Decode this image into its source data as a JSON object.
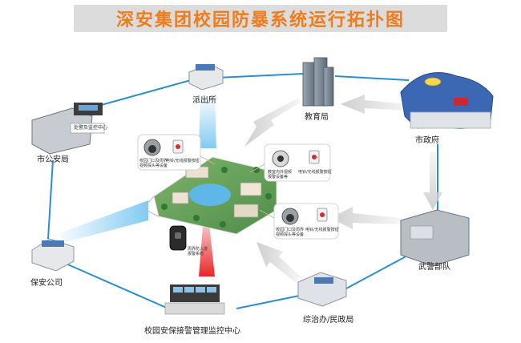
{
  "title": "深安集团校园防暴系统运行拓扑图",
  "nodes": {
    "police_station": "派出所",
    "education_bureau": "教育局",
    "city_government": "市政府",
    "public_security_bureau": "市公安局",
    "alarm_center_sign": "处警及监控中心",
    "armed_police": "武警部队",
    "security_company": "保安公司",
    "comprehensive_office": "综治办/民政局",
    "monitoring_center": "校园安保接警管理监控中心"
  },
  "devices": {
    "camera_top_lines": [
      "校园门口及周界",
      "视频探头等设备"
    ],
    "button_top_lines": [
      "电铃/无线报警按钮"
    ],
    "camera_right_lines": [
      "教室内外视频",
      "报警设备等"
    ],
    "button_right_lines": [
      "电铃/无线报警按钮"
    ],
    "camera_bottom_lines": [
      "校园门口及周界",
      "视频探头等设备"
    ],
    "button_bottom_lines": [
      "电铃/无线报警按钮"
    ],
    "detector_lines": [
      "周界防入侵",
      "报警系统"
    ]
  },
  "colors": {
    "network_line": "#2a8fd0",
    "beam_blue": "#7cc8f2",
    "beam_red": "#e8262a",
    "gray_arrow": "#d2d2d2",
    "title_text": "#f07c1b",
    "title_bg": "#dcdcdc"
  },
  "icons": [
    "police-car-icon",
    "building-icon",
    "camera-icon",
    "alarm-button-icon",
    "detector-icon"
  ]
}
